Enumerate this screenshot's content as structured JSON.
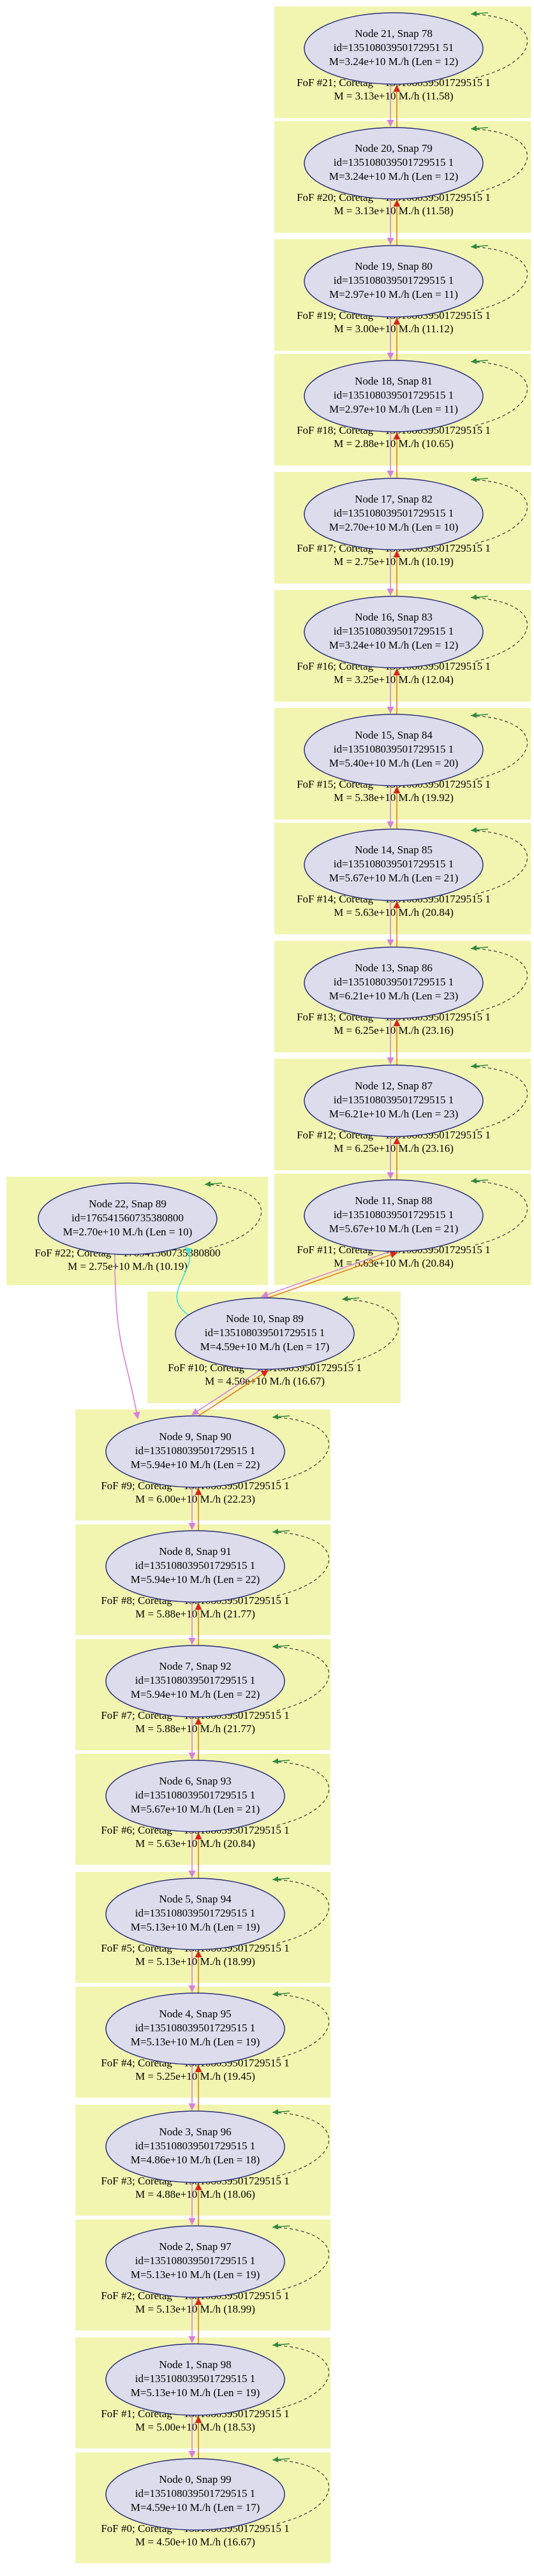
{
  "colors": {
    "cluster_fill": "#f2f5b0",
    "node_fill": "#dcdcec",
    "node_stroke": "#2b2f7a",
    "edge_descendant": "#e87b1c",
    "edge_descendant_head": "#d6251b",
    "edge_progenitor": "#d680d8",
    "edge_merge": "#40e0d0",
    "edge_self": "#2e8b3a"
  },
  "nodes": [
    {
      "title": "Node 21, Snap 78",
      "id_line": "id=13510803950172951 51",
      "mass_line": "M=3.24e+10 M./h (Len = 12)",
      "fof_line": "FoF #21; Coretag = 135108039501729515 1",
      "fof_mass": "M = 3.13e+10 M./h (11.58)"
    },
    {
      "title": "Node 20, Snap 79",
      "id_line": "id=135108039501729515 1",
      "mass_line": "M=3.24e+10 M./h (Len = 12)",
      "fof_line": "FoF #20; Coretag = 135108039501729515 1",
      "fof_mass": "M = 3.13e+10 M./h (11.58)"
    },
    {
      "title": "Node 19, Snap 80",
      "id_line": "id=135108039501729515 1",
      "mass_line": "M=2.97e+10 M./h (Len = 11)",
      "fof_line": "FoF #19; Coretag = 135108039501729515 1",
      "fof_mass": "M = 3.00e+10 M./h (11.12)"
    },
    {
      "title": "Node 18, Snap 81",
      "id_line": "id=135108039501729515 1",
      "mass_line": "M=2.97e+10 M./h (Len = 11)",
      "fof_line": "FoF #18; Coretag = 135108039501729515 1",
      "fof_mass": "M = 2.88e+10 M./h (10.65)"
    },
    {
      "title": "Node 17, Snap 82",
      "id_line": "id=135108039501729515 1",
      "mass_line": "M=2.70e+10 M./h (Len = 10)",
      "fof_line": "FoF #17; Coretag = 135108039501729515 1",
      "fof_mass": "M = 2.75e+10 M./h (10.19)"
    },
    {
      "title": "Node 16, Snap 83",
      "id_line": "id=135108039501729515 1",
      "mass_line": "M=3.24e+10 M./h (Len = 12)",
      "fof_line": "FoF #16; Coretag = 135108039501729515 1",
      "fof_mass": "M = 3.25e+10 M./h (12.04)"
    },
    {
      "title": "Node 15, Snap 84",
      "id_line": "id=135108039501729515 1",
      "mass_line": "M=5.40e+10 M./h (Len = 20)",
      "fof_line": "FoF #15; Coretag = 135108039501729515 1",
      "fof_mass": "M = 5.38e+10 M./h (19.92)"
    },
    {
      "title": "Node 14, Snap 85",
      "id_line": "id=135108039501729515 1",
      "mass_line": "M=5.67e+10 M./h (Len = 21)",
      "fof_line": "FoF #14; Coretag = 135108039501729515 1",
      "fof_mass": "M = 5.63e+10 M./h (20.84)"
    },
    {
      "title": "Node 13, Snap 86",
      "id_line": "id=135108039501729515 1",
      "mass_line": "M=6.21e+10 M./h (Len = 23)",
      "fof_line": "FoF #13; Coretag = 135108039501729515 1",
      "fof_mass": "M = 6.25e+10 M./h (23.16)"
    },
    {
      "title": "Node 12, Snap 87",
      "id_line": "id=135108039501729515 1",
      "mass_line": "M=6.21e+10 M./h (Len = 23)",
      "fof_line": "FoF #12; Coretag = 135108039501729515 1",
      "fof_mass": "M = 6.25e+10 M./h (23.16)"
    },
    {
      "title": "Node 11, Snap 88",
      "id_line": "id=135108039501729515 1",
      "mass_line": "M=5.67e+10 M./h (Len = 21)",
      "fof_line": "FoF #11; Coretag = 135108039501729515 1",
      "fof_mass": "M = 5.63e+10 M./h (20.84)"
    },
    {
      "title": "Node 10, Snap 89",
      "id_line": "id=135108039501729515 1",
      "mass_line": "M=4.59e+10 M./h (Len = 17)",
      "fof_line": "FoF #10; Coretag = 135108039501729515 1",
      "fof_mass": "M = 4.50e+10 M./h (16.67)"
    },
    {
      "title": "Node 9, Snap 90",
      "id_line": "id=135108039501729515 1",
      "mass_line": "M=5.94e+10 M./h (Len = 22)",
      "fof_line": "FoF #9; Coretag = 135108039501729515 1",
      "fof_mass": "M = 6.00e+10 M./h (22.23)"
    },
    {
      "title": "Node 8, Snap 91",
      "id_line": "id=135108039501729515 1",
      "mass_line": "M=5.94e+10 M./h (Len = 22)",
      "fof_line": "FoF #8; Coretag = 135108039501729515 1",
      "fof_mass": "M = 5.88e+10 M./h (21.77)"
    },
    {
      "title": "Node 7, Snap 92",
      "id_line": "id=135108039501729515 1",
      "mass_line": "M=5.94e+10 M./h (Len = 22)",
      "fof_line": "FoF #7; Coretag = 135108039501729515 1",
      "fof_mass": "M = 5.88e+10 M./h (21.77)"
    },
    {
      "title": "Node 6, Snap 93",
      "id_line": "id=135108039501729515 1",
      "mass_line": "M=5.67e+10 M./h (Len = 21)",
      "fof_line": "FoF #6; Coretag = 135108039501729515 1",
      "fof_mass": "M = 5.63e+10 M./h (20.84)"
    },
    {
      "title": "Node 5, Snap 94",
      "id_line": "id=135108039501729515 1",
      "mass_line": "M=5.13e+10 M./h (Len = 19)",
      "fof_line": "FoF #5; Coretag = 135108039501729515 1",
      "fof_mass": "M = 5.13e+10 M./h (18.99)"
    },
    {
      "title": "Node 4, Snap 95",
      "id_line": "id=135108039501729515 1",
      "mass_line": "M=5.13e+10 M./h (Len = 19)",
      "fof_line": "FoF #4; Coretag = 135108039501729515 1",
      "fof_mass": "M = 5.25e+10 M./h (19.45)"
    },
    {
      "title": "Node 3, Snap 96",
      "id_line": "id=135108039501729515 1",
      "mass_line": "M=4.86e+10 M./h (Len = 18)",
      "fof_line": "FoF #3; Coretag = 135108039501729515 1",
      "fof_mass": "M = 4.88e+10 M./h (18.06)"
    },
    {
      "title": "Node 2, Snap 97",
      "id_line": "id=135108039501729515 1",
      "mass_line": "M=5.13e+10 M./h (Len = 19)",
      "fof_line": "FoF #2; Coretag = 135108039501729515 1",
      "fof_mass": "M = 5.13e+10 M./h (18.99)"
    },
    {
      "title": "Node 1, Snap 98",
      "id_line": "id=135108039501729515 1",
      "mass_line": "M=5.13e+10 M./h (Len = 19)",
      "fof_line": "FoF #1; Coretag = 135108039501729515 1",
      "fof_mass": "M = 5.00e+10 M./h (18.53)"
    },
    {
      "title": "Node 0, Snap 99",
      "id_line": "id=135108039501729515 1",
      "mass_line": "M=4.59e+10 M./h (Len = 17)",
      "fof_line": "FoF #0; Coretag = 135108039501729515 1",
      "fof_mass": "M = 4.50e+10 M./h (16.67)"
    },
    {
      "title": "Node 22, Snap 89",
      "id_line": "id=176541560735380800",
      "mass_line": "M=2.70e+10 M./h (Len = 10)",
      "fof_line": "FoF #22; Coretag = 176541560735380800",
      "fof_mass": "M = 2.75e+10 M./h (10.19)"
    }
  ]
}
